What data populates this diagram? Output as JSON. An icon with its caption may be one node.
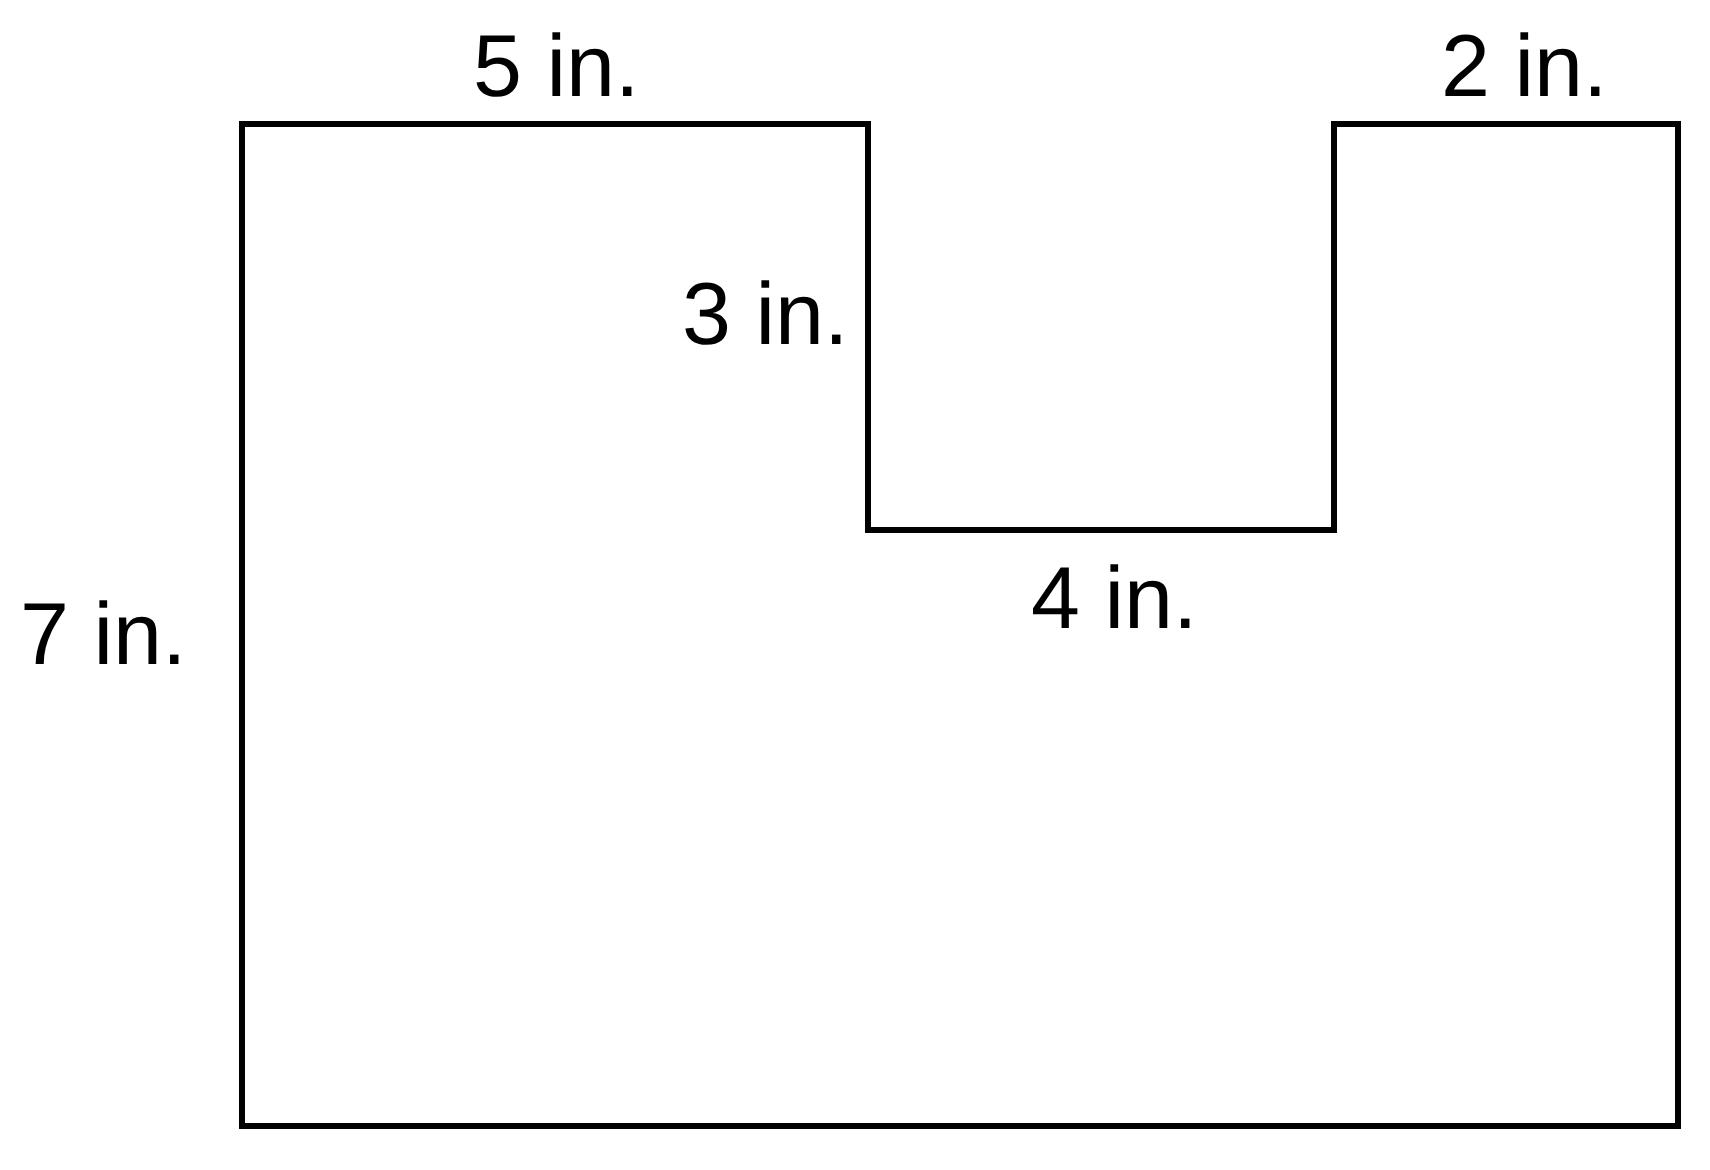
{
  "diagram": {
    "labels": [
      "5 in.",
      "2 in.",
      "3 in.",
      "7 in.",
      "4 in."
    ]
  }
}
